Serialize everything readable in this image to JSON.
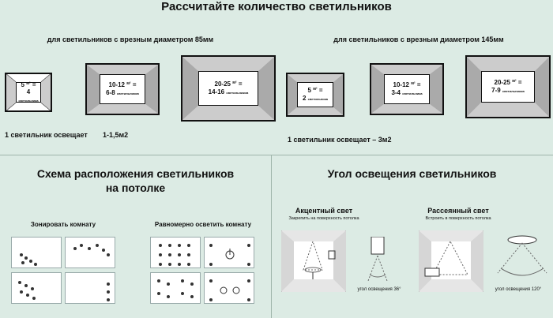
{
  "header": {
    "title": "Рассчитайте количество светильников"
  },
  "section_85": {
    "heading": "для светильников с врезным диаметром 85мм",
    "rooms": [
      {
        "area": "5",
        "unit": "м²",
        "eq": "=",
        "count": "4",
        "count_unit": "светильника"
      },
      {
        "area": "10-12",
        "unit": "м²",
        "eq": "=",
        "count": "6-8",
        "count_unit": "светильников"
      },
      {
        "area": "20-25",
        "unit": "м²",
        "eq": "=",
        "count": "14-16",
        "count_unit": "светильников"
      }
    ],
    "coverage_note": "1 светильник освещает",
    "coverage_value": "1-1,5м2"
  },
  "section_145": {
    "heading": "для светильников с врезным диаметром 145мм",
    "rooms": [
      {
        "area": "5",
        "unit": "м²",
        "eq": "=",
        "count": "2",
        "count_unit": "светильника"
      },
      {
        "area": "10-12",
        "unit": "м²",
        "eq": "=",
        "count": "3-4",
        "count_unit": "светильника"
      },
      {
        "area": "20-25",
        "unit": "м²",
        "eq": "=",
        "count": "7-9",
        "count_unit": "светильников"
      }
    ],
    "coverage_note": "1 светильник освещает – 3м2"
  },
  "layout_section": {
    "title_line1": "Схема расположения светильников",
    "title_line2": "на потолке",
    "zoning_label": "Зонировать комнату",
    "even_label": "Равномерно осветить комнату"
  },
  "angle_section": {
    "title": "Угол освещения светильников",
    "accent": {
      "label": "Акцентный свет",
      "desc": "Закрепить на поверхность потолка",
      "angle": "угол освещения 36°"
    },
    "diffuse": {
      "label": "Рассеянный свет",
      "desc": "Встроить в поверхность потолка",
      "angle": "угол освещения 120°"
    }
  }
}
